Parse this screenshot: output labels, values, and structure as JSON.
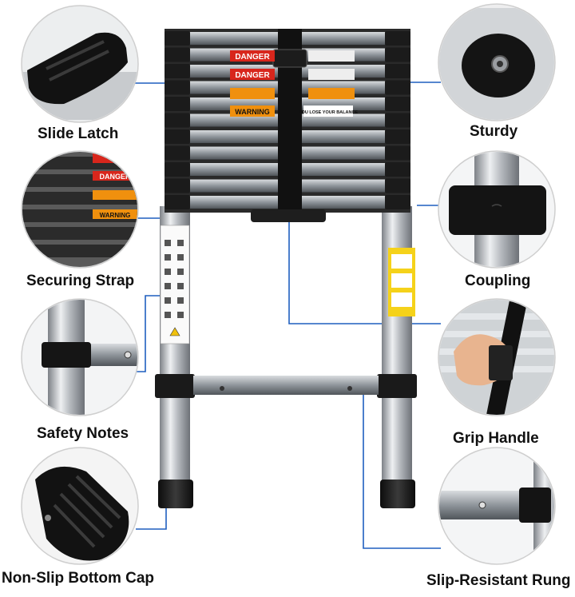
{
  "features": {
    "slide_latch": "Slide Latch",
    "securing_strap": "Securing Strap",
    "safety_notes": "Safety Notes",
    "non_slip_bottom_cap": "Non-Slip Bottom Cap",
    "sturdy": "Sturdy",
    "coupling": "Coupling",
    "grip_handle": "Grip Handle",
    "slip_resistant_rung": "Slip-Resistant Rung"
  },
  "warnings": {
    "danger": "DANGER",
    "warning": "WARNING",
    "balance": "YOU LOSE YOUR BALANCE"
  },
  "colors": {
    "leader_line": "#1f5fbf",
    "danger_red": "#d8261c",
    "warning_orange": "#f0900e",
    "rail_black": "#1b1b1b",
    "steel": "#b9bcc0"
  }
}
